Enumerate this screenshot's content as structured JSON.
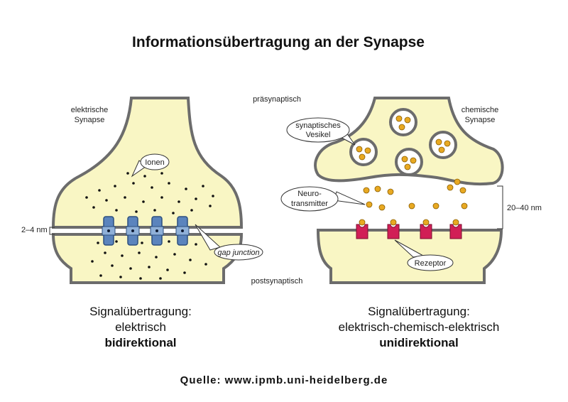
{
  "title": "Informationsübertragung an der Synapse",
  "top_label": "präsynaptisch",
  "bottom_label": "postsynaptisch",
  "left": {
    "name_line1": "elektrische",
    "name_line2": "Synapse",
    "ions_label": "Ionen",
    "gap_label": "gap junction",
    "distance_label": "2–4 nm",
    "caption_line1": "Signalübertragung:",
    "caption_line2": "elektrisch",
    "caption_line3": "bidirektional",
    "caption_color": "#2b2a8c"
  },
  "right": {
    "name_line1": "chemische",
    "name_line2": "Synapse",
    "vesicle_line1": "synaptisches",
    "vesicle_line2": "Vesikel",
    "nt_line1": "Neuro-",
    "nt_line2": "transmitter",
    "receptor_label": "Rezeptor",
    "distance_label": "20–40 nm",
    "caption_line1": "Signalübertragung:",
    "caption_line2": "elektrisch-chemisch-elektrisch",
    "caption_line3": "unidirektional",
    "caption_color": "#d8202a"
  },
  "source": "Quelle: www.ipmb.uni-heidelberg.de",
  "colors": {
    "membrane_fill": "#f9f6c4",
    "membrane_stroke": "#6c6c6c",
    "channel": "#5b84bd",
    "receptor": "#d11f56",
    "transmitter": "#e8a922"
  }
}
